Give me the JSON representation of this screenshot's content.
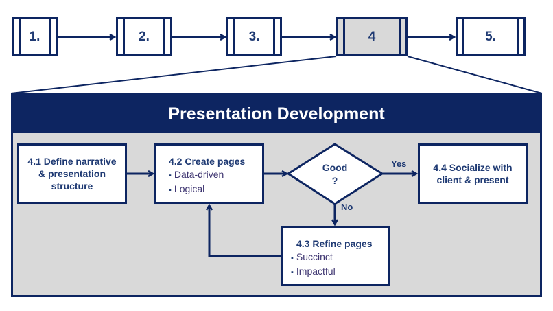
{
  "steps": [
    "1.",
    "2.",
    "3.",
    "4",
    "5."
  ],
  "title": "Presentation Development",
  "box41": "4.1 Define narrative & presentation structure",
  "box42": {
    "title": "4.2 Create pages",
    "bullets": [
      "Data-driven",
      "Logical"
    ]
  },
  "decision": {
    "line1": "Good",
    "line2": "?"
  },
  "yes": "Yes",
  "no": "No",
  "box44": "4.4 Socialize with client & present",
  "box43": {
    "title": "4.3 Refine pages",
    "bullets": [
      "Succinct",
      "Impactful"
    ]
  }
}
